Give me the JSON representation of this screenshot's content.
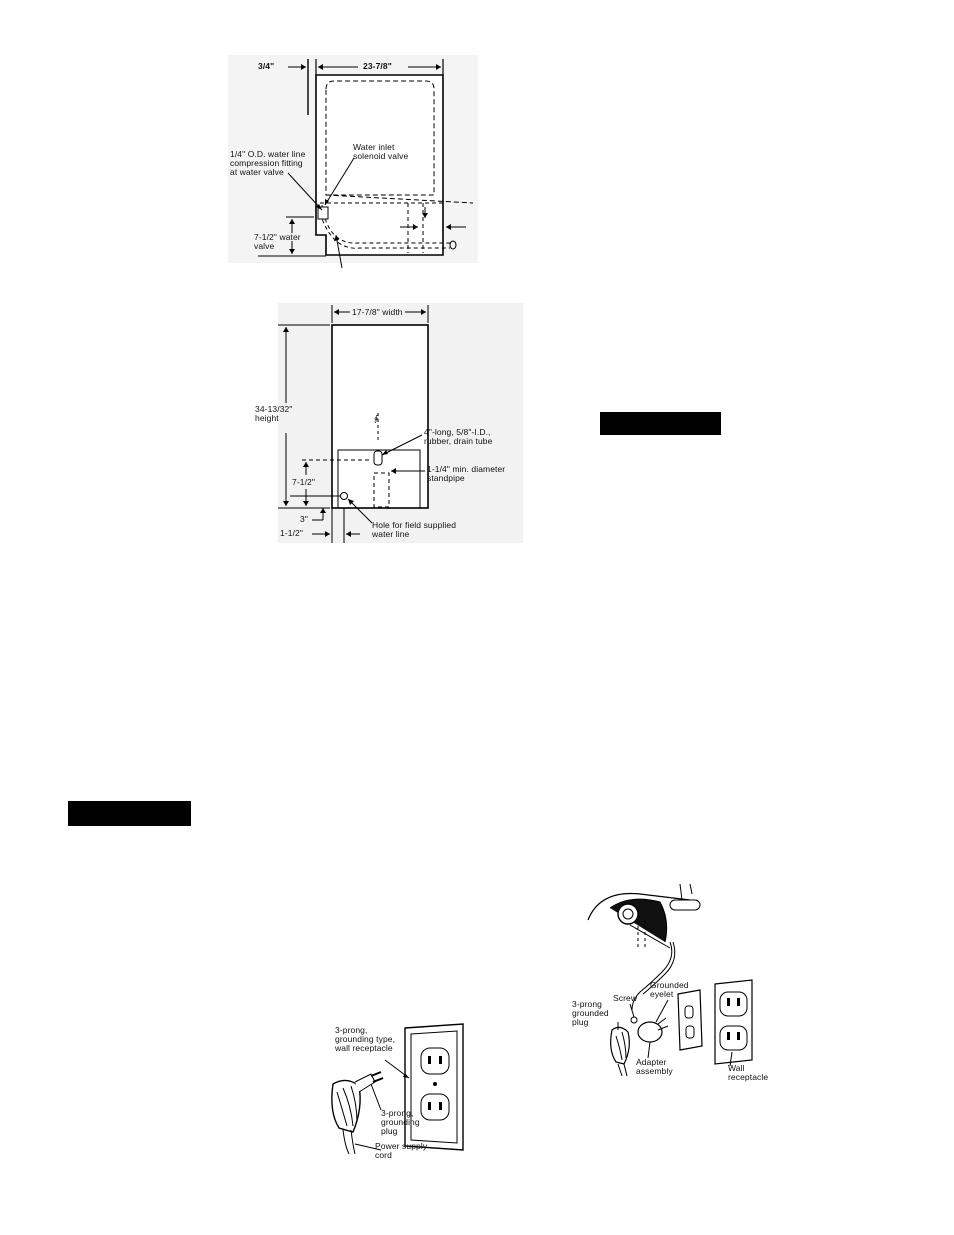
{
  "figure1": {
    "dim_offset": "3/4\"",
    "dim_width": "23-7/8\"",
    "fitting_label": "1/4\" O.D. water line\ncompression fitting\nat water valve",
    "solenoid_label": "Water inlet\nsolenoid valve",
    "valve_height_label": "7-1/2\" water\nvalve"
  },
  "figure2": {
    "width_label": "17-7/8\" width",
    "height_label": "34-13/32\"\nheight",
    "drain_tube_label": "4\"-long, 5/8\"-I.D.,\nrubber, drain tube",
    "standpipe_label": "1-1/4\" min. diameter\nstandpipe",
    "dim_7_1_2": "7-1/2\"",
    "dim_3": "3\"",
    "dim_1_1_2": "1-1/2\"",
    "hole_label": "Hole for field supplied\nwater line"
  },
  "figure3": {
    "receptacle_label": "3-prong,\ngrounding type,\nwall receptacle",
    "plug_label": "3-prong,\ngrounding\nplug",
    "cord_label": "Power supply\ncord"
  },
  "figure4": {
    "grounded_eyelet_label": "Grounded\neyelet",
    "screw_label": "Screw",
    "grounded_plug_label": "3-prong\ngrounded\nplug",
    "adapter_label": "Adapter\nassembly",
    "wall_receptacle_label": "Wall\nreceptacle"
  }
}
